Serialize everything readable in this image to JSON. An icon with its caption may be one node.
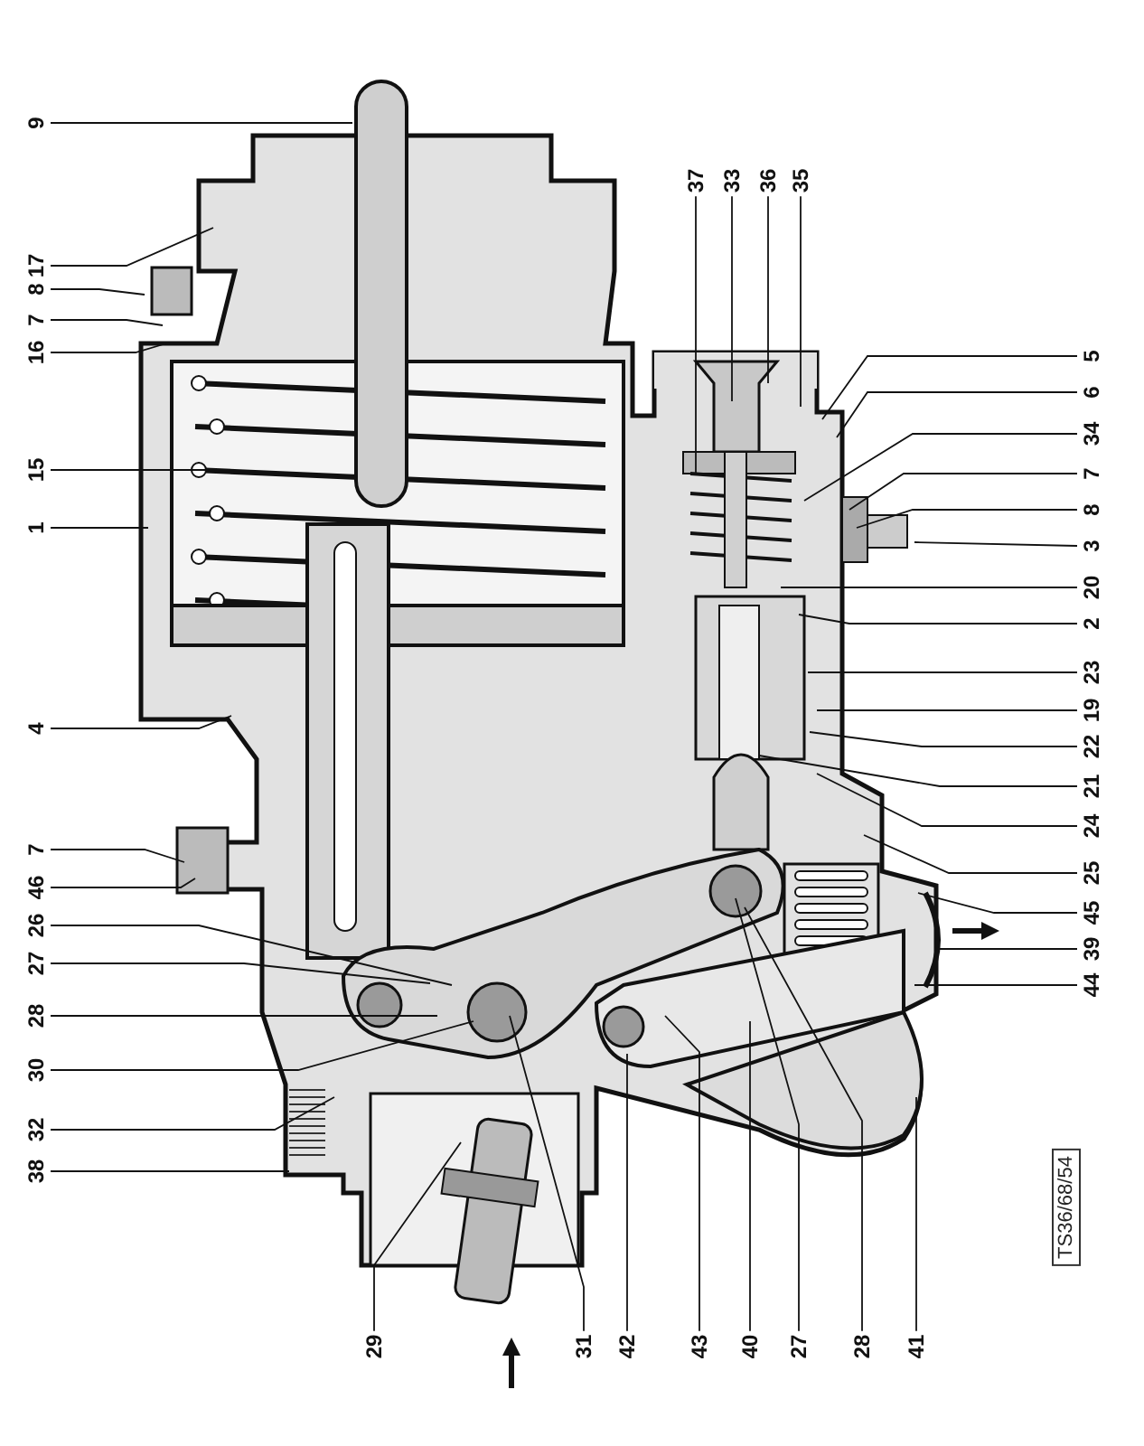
{
  "diagram": {
    "nodes": [
      {
        "text": [
          "9"
        ]
      },
      {
        "text": [
          "17"
        ]
      },
      {
        "text": [
          "8"
        ]
      },
      {
        "text": [
          "7"
        ]
      },
      {
        "text": [
          "16"
        ]
      },
      {
        "text": [
          "15"
        ]
      },
      {
        "text": [
          "1"
        ]
      },
      {
        "text": [
          "4"
        ]
      },
      {
        "text": [
          "7"
        ]
      },
      {
        "text": [
          "46"
        ]
      },
      {
        "text": [
          "26"
        ]
      },
      {
        "text": [
          "27"
        ]
      },
      {
        "text": [
          "28"
        ]
      },
      {
        "text": [
          "30"
        ]
      },
      {
        "text": [
          "32"
        ]
      },
      {
        "text": [
          "38"
        ]
      },
      {
        "text": [
          "37"
        ]
      },
      {
        "text": [
          "33"
        ]
      },
      {
        "text": [
          "36"
        ]
      },
      {
        "text": [
          "35"
        ]
      },
      {
        "text": [
          "5"
        ]
      },
      {
        "text": [
          "6"
        ]
      },
      {
        "text": [
          "34"
        ]
      },
      {
        "text": [
          "7"
        ]
      },
      {
        "text": [
          "8"
        ]
      },
      {
        "text": [
          "3"
        ]
      },
      {
        "text": [
          "20"
        ]
      },
      {
        "text": [
          "2"
        ]
      },
      {
        "text": [
          "23"
        ]
      },
      {
        "text": [
          "19"
        ]
      },
      {
        "text": [
          "22"
        ]
      },
      {
        "text": [
          "21"
        ]
      },
      {
        "text": [
          "24"
        ]
      },
      {
        "text": [
          "25"
        ]
      },
      {
        "text": [
          "45"
        ]
      },
      {
        "text": [
          "39"
        ]
      },
      {
        "text": [
          "44"
        ]
      },
      {
        "text": [
          "29"
        ]
      },
      {
        "text": [
          "31"
        ]
      },
      {
        "text": [
          "42"
        ]
      },
      {
        "text": [
          "43"
        ]
      },
      {
        "text": [
          "40"
        ]
      },
      {
        "text": [
          "27"
        ]
      },
      {
        "text": [
          "28"
        ]
      },
      {
        "text": [
          "41"
        ]
      }
    ],
    "edges": [
      {
        "from": 0,
        "to": null,
        "arrow": "none"
      },
      {
        "from": 1,
        "to": null,
        "arrow": "none"
      },
      {
        "from": 2,
        "to": null,
        "arrow": "none"
      },
      {
        "from": 3,
        "to": null,
        "arrow": "none"
      },
      {
        "from": 4,
        "to": null,
        "arrow": "none"
      },
      {
        "from": 5,
        "to": null,
        "arrow": "none"
      },
      {
        "from": 6,
        "to": null,
        "arrow": "none"
      },
      {
        "from": 7,
        "to": null,
        "arrow": "none"
      },
      {
        "from": 8,
        "to": null,
        "arrow": "none"
      },
      {
        "from": 9,
        "to": null,
        "arrow": "none"
      },
      {
        "from": 10,
        "to": null,
        "arrow": "none"
      },
      {
        "from": 11,
        "to": null,
        "arrow": "none"
      },
      {
        "from": 12,
        "to": null,
        "arrow": "none"
      },
      {
        "from": 13,
        "to": null,
        "arrow": "none"
      },
      {
        "from": 14,
        "to": null,
        "arrow": "none"
      },
      {
        "from": 15,
        "to": null,
        "arrow": "none"
      },
      {
        "from": 16,
        "to": null,
        "arrow": "none"
      },
      {
        "from": 17,
        "to": null,
        "arrow": "none"
      },
      {
        "from": 18,
        "to": null,
        "arrow": "none"
      },
      {
        "from": 19,
        "to": null,
        "arrow": "none"
      },
      {
        "from": 20,
        "to": null,
        "arrow": "none"
      },
      {
        "from": 21,
        "to": null,
        "arrow": "none"
      },
      {
        "from": 22,
        "to": null,
        "arrow": "none"
      },
      {
        "from": 23,
        "to": null,
        "arrow": "none"
      },
      {
        "from": 24,
        "to": null,
        "arrow": "none"
      },
      {
        "from": 25,
        "to": null,
        "arrow": "none"
      },
      {
        "from": 26,
        "to": null,
        "arrow": "none"
      },
      {
        "from": 27,
        "to": null,
        "arrow": "none"
      },
      {
        "from": 28,
        "to": null,
        "arrow": "none"
      },
      {
        "from": 29,
        "to": null,
        "arrow": "none"
      },
      {
        "from": 30,
        "to": null,
        "arrow": "none"
      },
      {
        "from": 31,
        "to": null,
        "arrow": "none"
      },
      {
        "from": 32,
        "to": null,
        "arrow": "none"
      },
      {
        "from": 33,
        "to": null,
        "arrow": "none"
      },
      {
        "from": 34,
        "to": null,
        "arrow": "none"
      },
      {
        "from": 35,
        "to": null,
        "arrow": "none"
      },
      {
        "from": 36,
        "to": null,
        "arrow": "none"
      },
      {
        "from": 37,
        "to": null,
        "arrow": "none"
      },
      {
        "from": 38,
        "to": null,
        "arrow": "none"
      },
      {
        "from": 39,
        "to": null,
        "arrow": "none"
      },
      {
        "from": 40,
        "to": null,
        "arrow": "none"
      },
      {
        "from": 41,
        "to": null,
        "arrow": "none"
      },
      {
        "from": 42,
        "to": null,
        "arrow": "none"
      },
      {
        "from": 43,
        "to": null,
        "arrow": "none"
      },
      {
        "from": 44,
        "to": null,
        "arrow": "none"
      }
    ],
    "labels": [
      "TS36/68/54"
    ]
  }
}
